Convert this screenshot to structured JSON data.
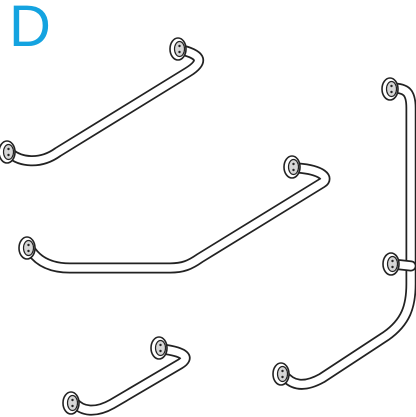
{
  "panel": {
    "letter": "D",
    "letter_color": "#14a3e0"
  },
  "style": {
    "outline_color": "#222222",
    "bar_fill": "#ffffff",
    "flange_fill": "#ffffff",
    "flange_shade": "#d6d6d6"
  },
  "grab_bars": [
    {
      "id": "bar-1",
      "shape": "angled, short leg and long diagonal"
    },
    {
      "id": "bar-2",
      "shape": "angled, long horizontal and long diagonal"
    },
    {
      "id": "bar-3",
      "shape": "angled, short"
    },
    {
      "id": "bar-4",
      "shape": "L-shaped, vertical leg with center support"
    }
  ]
}
